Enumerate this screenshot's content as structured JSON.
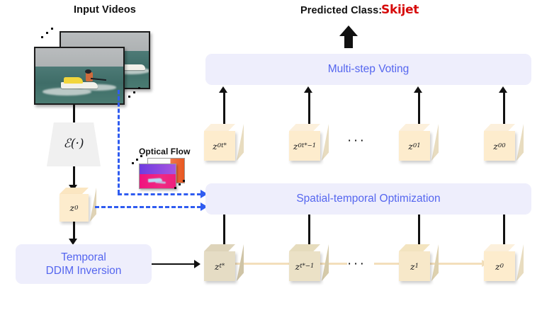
{
  "header": {
    "input_videos_label": "Input Videos",
    "predicted_class_label": "Predicted Class:",
    "predicted_class_value": "Skijet"
  },
  "encoder": {
    "label": "ℰ(·)"
  },
  "optical_flow": {
    "label": "Optical Flow"
  },
  "panels": {
    "voting": "Multi-step Voting",
    "optimization": "Spatial-temporal Optimization",
    "inversion_line1": "Temporal",
    "inversion_line2": "DDIM Inversion"
  },
  "latent": {
    "z0_label": "z",
    "z0_sub": "0"
  },
  "top_row": [
    {
      "base": "z",
      "sub": "0",
      "sup": "t*"
    },
    {
      "base": "z",
      "sub": "0",
      "sup": "t*−1"
    },
    {
      "base": "z",
      "sub": "0",
      "sup": "1"
    },
    {
      "base": "z",
      "sub": "0",
      "sup": "0"
    }
  ],
  "bottom_row": [
    {
      "base": "z",
      "sub": "t*"
    },
    {
      "base": "z",
      "sub": "t*−1"
    },
    {
      "base": "z",
      "sub": "1"
    },
    {
      "base": "z",
      "sub": "0"
    }
  ],
  "ellipsis": "···",
  "colors": {
    "panel_bg": "#eeeefc",
    "panel_text": "#5566ef",
    "predicted_class": "#d60a0a",
    "dashed_arrow": "#2f5cf0",
    "cube_light": "#fdeccd",
    "cube_dark": "#e6ddc6",
    "chain_arrow": "#f3dfbb"
  }
}
